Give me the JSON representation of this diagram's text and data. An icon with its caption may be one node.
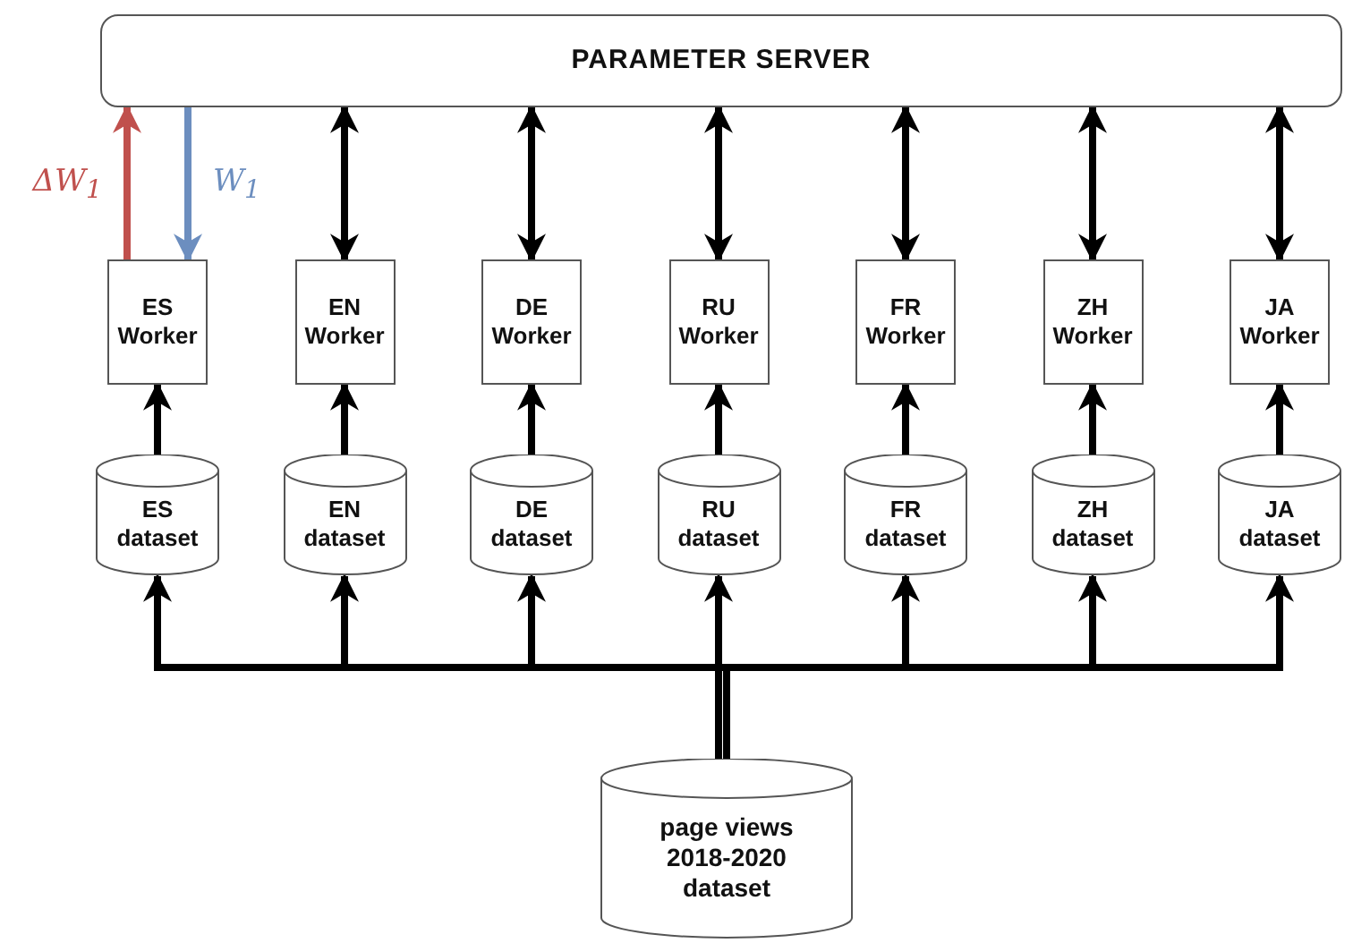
{
  "diagram": {
    "nodes": [
      {
        "text": [
          "PARAMETER SERVER"
        ]
      },
      {
        "text": [
          "ES Worker"
        ]
      },
      {
        "text": [
          "EN Worker"
        ]
      },
      {
        "text": [
          "DE Worker"
        ]
      },
      {
        "text": [
          "RU Worker"
        ]
      },
      {
        "text": [
          "FR Worker"
        ]
      },
      {
        "text": [
          "ZH Worker"
        ]
      },
      {
        "text": [
          "JA Worker"
        ]
      },
      {
        "text": [
          "ES dataset"
        ]
      },
      {
        "text": [
          "EN dataset"
        ]
      },
      {
        "text": [
          "DE dataset"
        ]
      },
      {
        "text": [
          "RU dataset"
        ]
      },
      {
        "text": [
          "FR dataset"
        ]
      },
      {
        "text": [
          "ZH dataset"
        ]
      },
      {
        "text": [
          "JA dataset"
        ]
      },
      {
        "text": [
          "page views 2018-2020 dataset"
        ]
      }
    ],
    "edges": [
      {
        "from": 1,
        "to": 0,
        "arrow": "to",
        "label": "ΔW$_{1}$",
        "color": "#c0504d"
      },
      {
        "from": 0,
        "to": 1,
        "arrow": "to",
        "label": "W$_{1}$",
        "color": "#6c8ebf"
      },
      {
        "from": 0,
        "to": 2,
        "arrow": "both"
      },
      {
        "from": 0,
        "to": 3,
        "arrow": "both"
      },
      {
        "from": 0,
        "to": 4,
        "arrow": "both"
      },
      {
        "from": 0,
        "to": 5,
        "arrow": "both"
      },
      {
        "from": 0,
        "to": 6,
        "arrow": "both"
      },
      {
        "from": 0,
        "to": 7,
        "arrow": "both"
      },
      {
        "from": 8,
        "to": 1,
        "arrow": "to"
      },
      {
        "from": 9,
        "to": 2,
        "arrow": "to"
      },
      {
        "from": 10,
        "to": 3,
        "arrow": "to"
      },
      {
        "from": 11,
        "to": 4,
        "arrow": "to"
      },
      {
        "from": 12,
        "to": 5,
        "arrow": "to"
      },
      {
        "from": 13,
        "to": 6,
        "arrow": "to"
      },
      {
        "from": 14,
        "to": 7,
        "arrow": "to"
      },
      {
        "from": 15,
        "to": 8,
        "arrow": "to"
      },
      {
        "from": 15,
        "to": 9,
        "arrow": "to"
      },
      {
        "from": 15,
        "to": 10,
        "arrow": "to"
      },
      {
        "from": 15,
        "to": 11,
        "arrow": "to"
      },
      {
        "from": 15,
        "to": 12,
        "arrow": "to"
      },
      {
        "from": 15,
        "to": 13,
        "arrow": "to"
      },
      {
        "from": 15,
        "to": 14,
        "arrow": "to"
      }
    ]
  }
}
